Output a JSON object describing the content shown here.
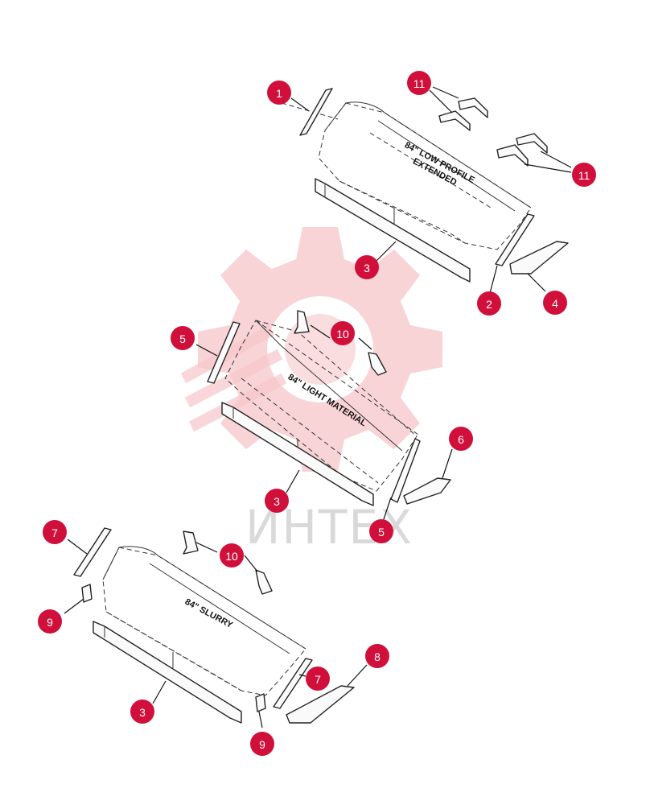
{
  "watermark": {
    "text": "ИНТЕХ",
    "gear_color": "#f7c6c9"
  },
  "colors": {
    "callout": "#d0103a",
    "callout_text": "#ffffff",
    "line": "#222222"
  },
  "buckets": [
    {
      "id": "bucket-top",
      "label_lines": [
        "84\" LOW PROFILE",
        "EXTENDED"
      ]
    },
    {
      "id": "bucket-middle",
      "label_lines": [
        "84\" LIGHT MATERIAL"
      ]
    },
    {
      "id": "bucket-bottom",
      "label_lines": [
        "84\" SLURRY"
      ]
    }
  ],
  "callouts": [
    "1",
    "11",
    "11",
    "3",
    "2",
    "4",
    "5",
    "10",
    "6",
    "3",
    "5",
    "7",
    "10",
    "9",
    "3",
    "7",
    "8",
    "9"
  ]
}
